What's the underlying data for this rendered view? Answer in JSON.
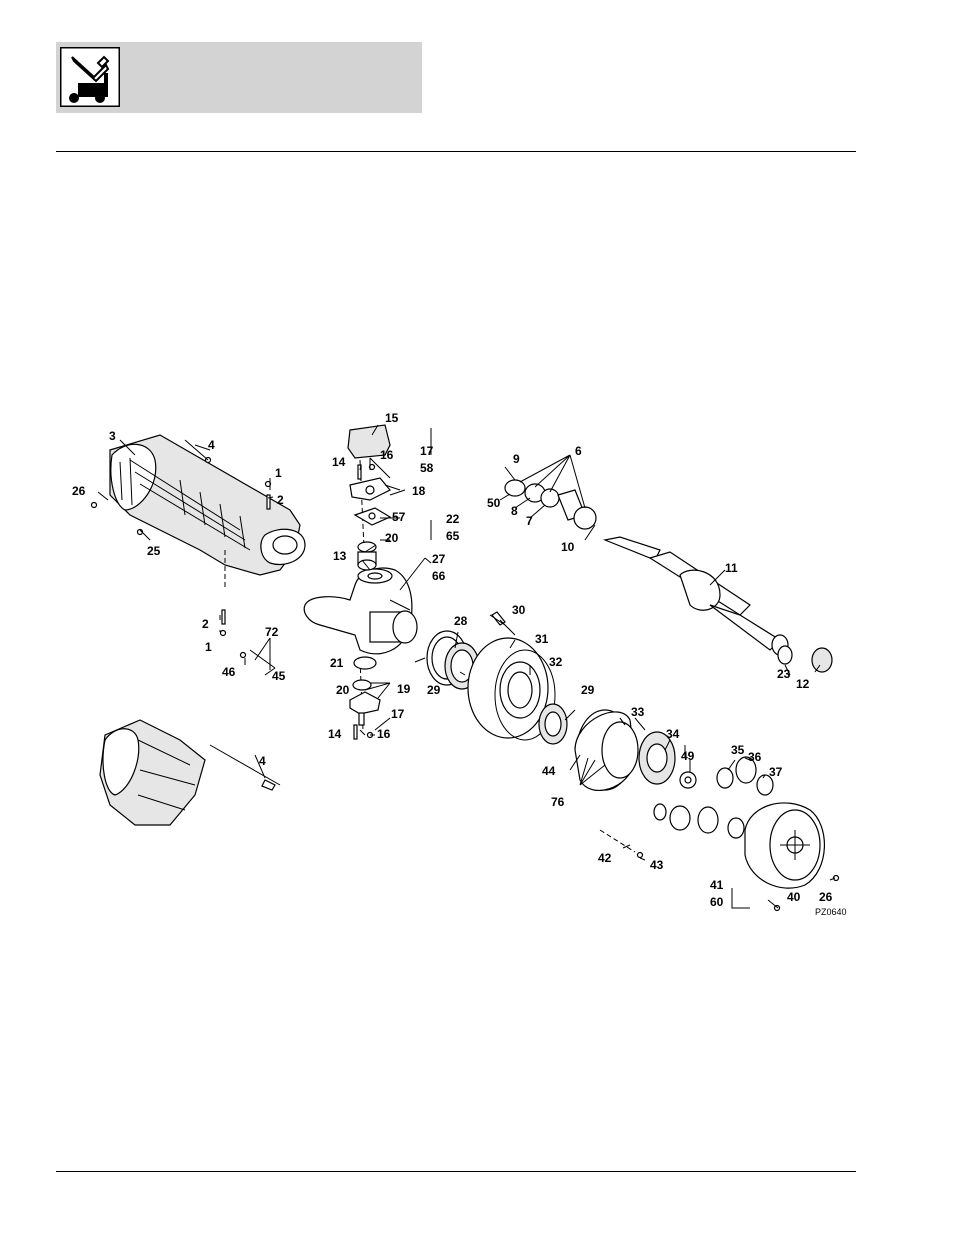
{
  "header": {
    "logo_icon": "lift-truck-icon"
  },
  "figure": {
    "ref_code": "PZ0640",
    "labels": [
      {
        "id": "l3",
        "text": "3"
      },
      {
        "id": "l4a",
        "text": "4"
      },
      {
        "id": "l26a",
        "text": "26"
      },
      {
        "id": "l25",
        "text": "25"
      },
      {
        "id": "l1a",
        "text": "1"
      },
      {
        "id": "l2a",
        "text": "2"
      },
      {
        "id": "l2b",
        "text": "2"
      },
      {
        "id": "l1b",
        "text": "1"
      },
      {
        "id": "l72",
        "text": "72"
      },
      {
        "id": "l46",
        "text": "46"
      },
      {
        "id": "l45",
        "text": "45"
      },
      {
        "id": "l15",
        "text": "15"
      },
      {
        "id": "l14a",
        "text": "14"
      },
      {
        "id": "l16a",
        "text": "16"
      },
      {
        "id": "l17a",
        "text": "17"
      },
      {
        "id": "l58",
        "text": "58"
      },
      {
        "id": "l18",
        "text": "18"
      },
      {
        "id": "l57",
        "text": "57"
      },
      {
        "id": "l20a",
        "text": "20"
      },
      {
        "id": "l13",
        "text": "13"
      },
      {
        "id": "l22",
        "text": "22"
      },
      {
        "id": "l65",
        "text": "65"
      },
      {
        "id": "l27",
        "text": "27"
      },
      {
        "id": "l66",
        "text": "66"
      },
      {
        "id": "l21",
        "text": "21"
      },
      {
        "id": "l20b",
        "text": "20"
      },
      {
        "id": "l19",
        "text": "19"
      },
      {
        "id": "l17b",
        "text": "17"
      },
      {
        "id": "l14b",
        "text": "14"
      },
      {
        "id": "l16b",
        "text": "16"
      },
      {
        "id": "l28",
        "text": "28"
      },
      {
        "id": "l29a",
        "text": "29"
      },
      {
        "id": "l30",
        "text": "30"
      },
      {
        "id": "l31",
        "text": "31"
      },
      {
        "id": "l32",
        "text": "32"
      },
      {
        "id": "l29b",
        "text": "29"
      },
      {
        "id": "l9",
        "text": "9"
      },
      {
        "id": "l6",
        "text": "6"
      },
      {
        "id": "l50",
        "text": "50"
      },
      {
        "id": "l8",
        "text": "8"
      },
      {
        "id": "l7",
        "text": "7"
      },
      {
        "id": "l10",
        "text": "10"
      },
      {
        "id": "l11",
        "text": "11"
      },
      {
        "id": "l23",
        "text": "23"
      },
      {
        "id": "l12",
        "text": "12"
      },
      {
        "id": "l33",
        "text": "33"
      },
      {
        "id": "l34",
        "text": "34"
      },
      {
        "id": "l44",
        "text": "44"
      },
      {
        "id": "l76",
        "text": "76"
      },
      {
        "id": "l49",
        "text": "49"
      },
      {
        "id": "l35",
        "text": "35"
      },
      {
        "id": "l36",
        "text": "36"
      },
      {
        "id": "l37",
        "text": "37"
      },
      {
        "id": "l42",
        "text": "42"
      },
      {
        "id": "l43",
        "text": "43"
      },
      {
        "id": "l41",
        "text": "41"
      },
      {
        "id": "l60",
        "text": "60"
      },
      {
        "id": "l40",
        "text": "40"
      },
      {
        "id": "l26b",
        "text": "26"
      },
      {
        "id": "l4b",
        "text": "4"
      }
    ]
  }
}
